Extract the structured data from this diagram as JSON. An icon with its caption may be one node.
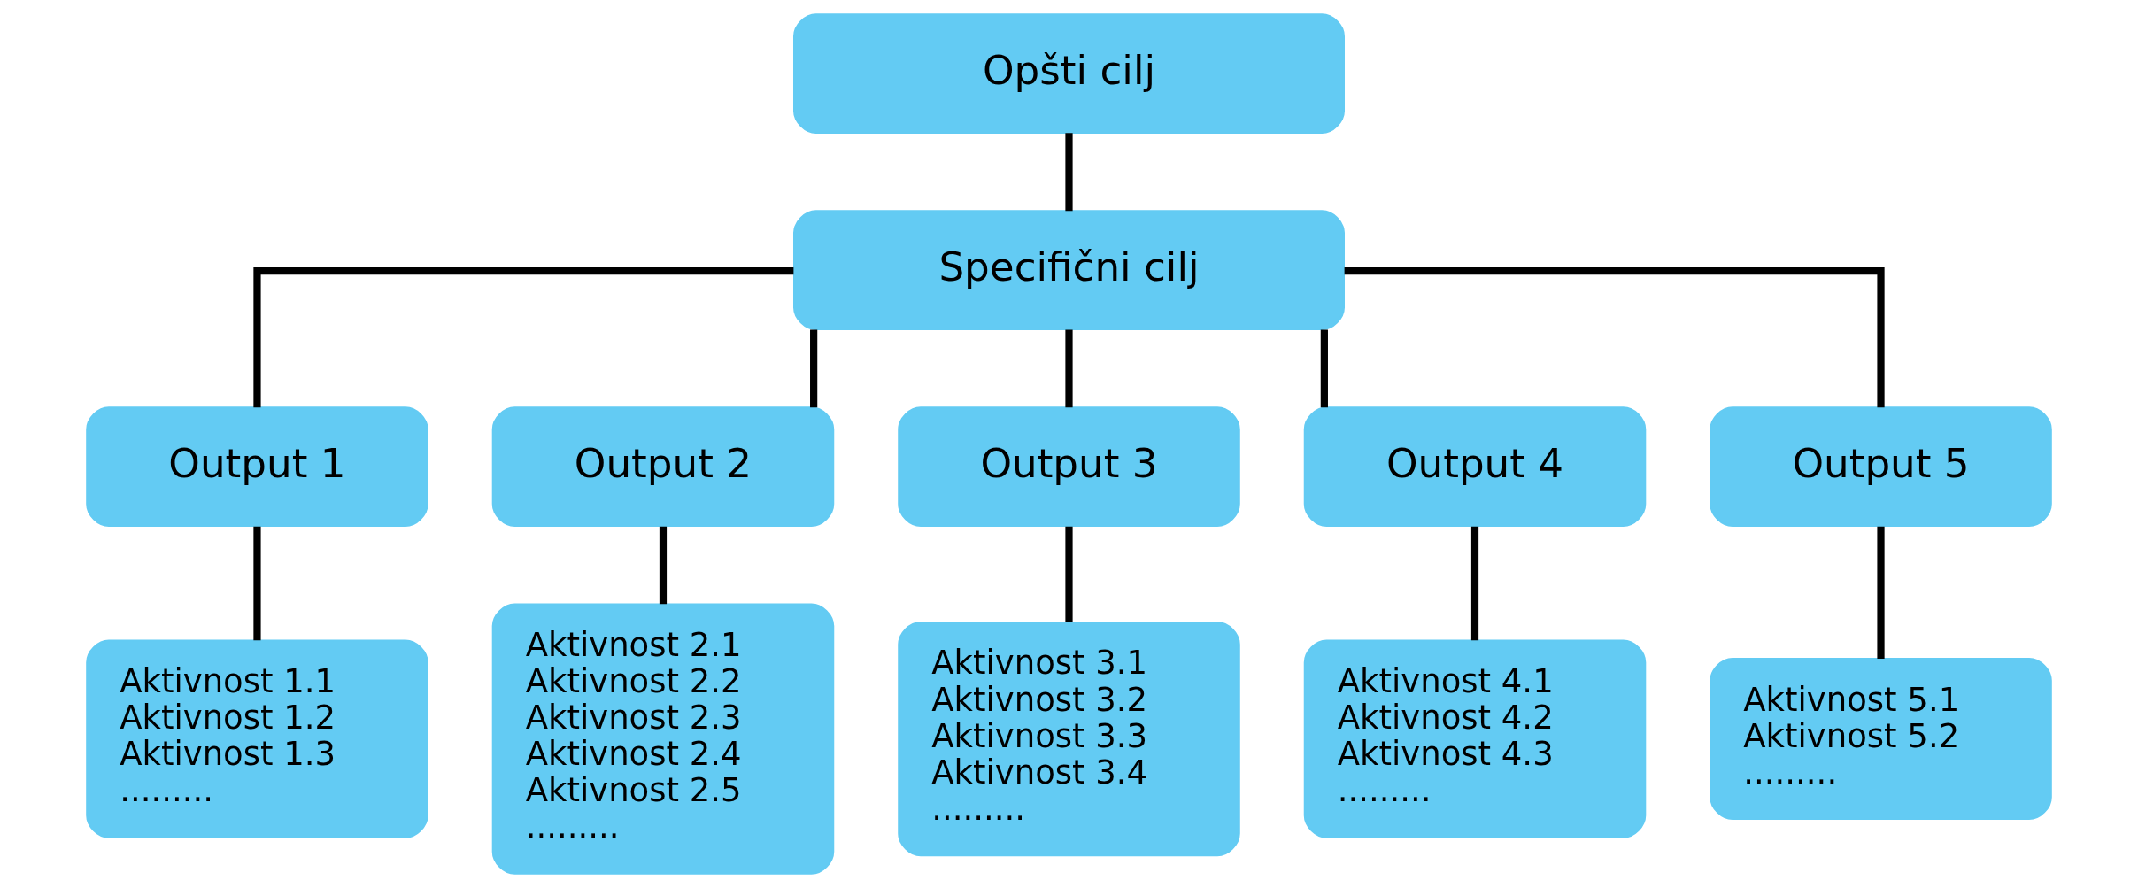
{
  "diagram": {
    "nodes": [
      {
        "text": [
          "Opšti cilj"
        ]
      },
      {
        "text": [
          "Specifični cilj"
        ]
      },
      {
        "text": [
          "Output 1"
        ]
      },
      {
        "text": [
          "Output 2"
        ]
      },
      {
        "text": [
          "Output 3"
        ]
      },
      {
        "text": [
          "Output 4"
        ]
      },
      {
        "text": [
          "Output 5"
        ]
      },
      {
        "text": [
          "Aktivnost 1.1",
          "Aktivnost 1.2",
          "Aktivnost 1.3",
          "........."
        ]
      },
      {
        "text": [
          "Aktivnost 2.1",
          "Aktivnost 2.2",
          "Aktivnost 2.3",
          "Aktivnost 2.4",
          "Aktivnost 2.5",
          "........."
        ]
      },
      {
        "text": [
          "Aktivnost 3.1",
          "Aktivnost 3.2",
          "Aktivnost 3.3",
          "Aktivnost 3.4",
          "........."
        ]
      },
      {
        "text": [
          "Aktivnost 4.1",
          "Aktivnost 4.2",
          "Aktivnost 4.3",
          "........."
        ]
      },
      {
        "text": [
          "Aktivnost 5.1",
          "Aktivnost 5.2",
          "........."
        ]
      }
    ],
    "edges": [
      {
        "from": 0,
        "to": 1,
        "arrow": "none"
      },
      {
        "from": 1,
        "to": 2,
        "arrow": "none"
      },
      {
        "from": 1,
        "to": 3,
        "arrow": "none"
      },
      {
        "from": 1,
        "to": 4,
        "arrow": "none"
      },
      {
        "from": 1,
        "to": 5,
        "arrow": "none"
      },
      {
        "from": 1,
        "to": 6,
        "arrow": "none"
      },
      {
        "from": 2,
        "to": 7,
        "arrow": "none"
      },
      {
        "from": 3,
        "to": 8,
        "arrow": "none"
      },
      {
        "from": 4,
        "to": 9,
        "arrow": "none"
      },
      {
        "from": 5,
        "to": 10,
        "arrow": "none"
      },
      {
        "from": 6,
        "to": 11,
        "arrow": "none"
      }
    ]
  }
}
